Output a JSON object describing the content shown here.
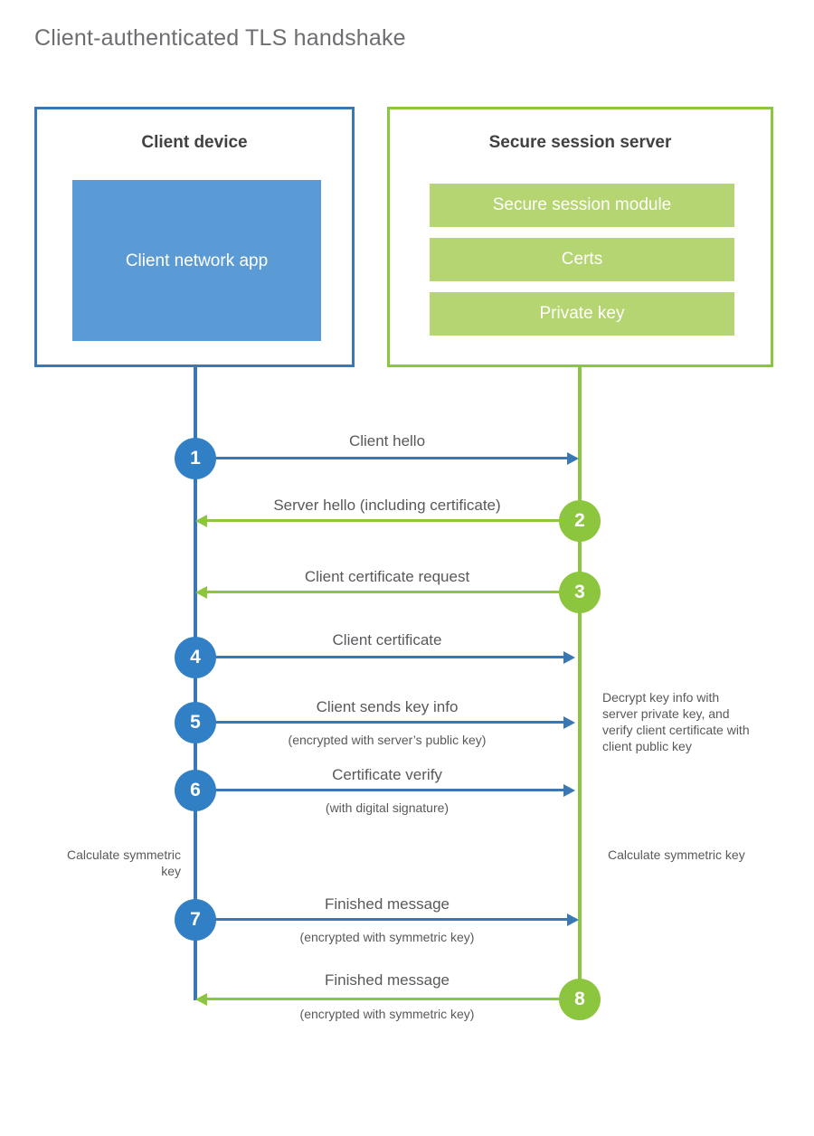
{
  "title": "Client-authenticated TLS handshake",
  "colors": {
    "client_blue": "#3a78b5",
    "client_circle_blue": "#3180c6",
    "client_app_fill": "#5b9bd5",
    "server_green": "#8cc63e",
    "server_block_fill": "#b5d472",
    "text_gray": "#58595b",
    "title_gray": "#6d6e71",
    "heading_dark": "#414042"
  },
  "client": {
    "title": "Client device",
    "app_label": "Client network app"
  },
  "server": {
    "title": "Secure session server",
    "blocks": [
      "Secure session module",
      "Certs",
      "Private key"
    ]
  },
  "steps": [
    {
      "number": "1",
      "label": "Client hello",
      "sub": "",
      "direction": "client-to-server",
      "color": "blue"
    },
    {
      "number": "2",
      "label": "Server hello (including certificate)",
      "sub": "",
      "direction": "server-to-client",
      "color": "green"
    },
    {
      "number": "3",
      "label": "Client certificate request",
      "sub": "",
      "direction": "server-to-client",
      "color": "green"
    },
    {
      "number": "4",
      "label": "Client certificate",
      "sub": "",
      "direction": "client-to-server",
      "color": "blue"
    },
    {
      "number": "5",
      "label": "Client sends key info",
      "sub": "(encrypted with server’s public key)",
      "direction": "client-to-server",
      "color": "blue"
    },
    {
      "number": "6",
      "label": "Certificate verify",
      "sub": "(with digital signature)",
      "direction": "client-to-server",
      "color": "blue"
    },
    {
      "number": "7",
      "label": "Finished message",
      "sub": "(encrypted with symmetric key)",
      "direction": "client-to-server",
      "color": "blue"
    },
    {
      "number": "8",
      "label": "Finished message",
      "sub": "(encrypted with symmetric key)",
      "direction": "server-to-client",
      "color": "green"
    }
  ],
  "notes": {
    "server_decrypt": "Decrypt key info with server private key, and verify client certificate with client public key",
    "client_calculate": "Calculate symmetric key",
    "server_calculate": "Calculate symmetric key"
  }
}
